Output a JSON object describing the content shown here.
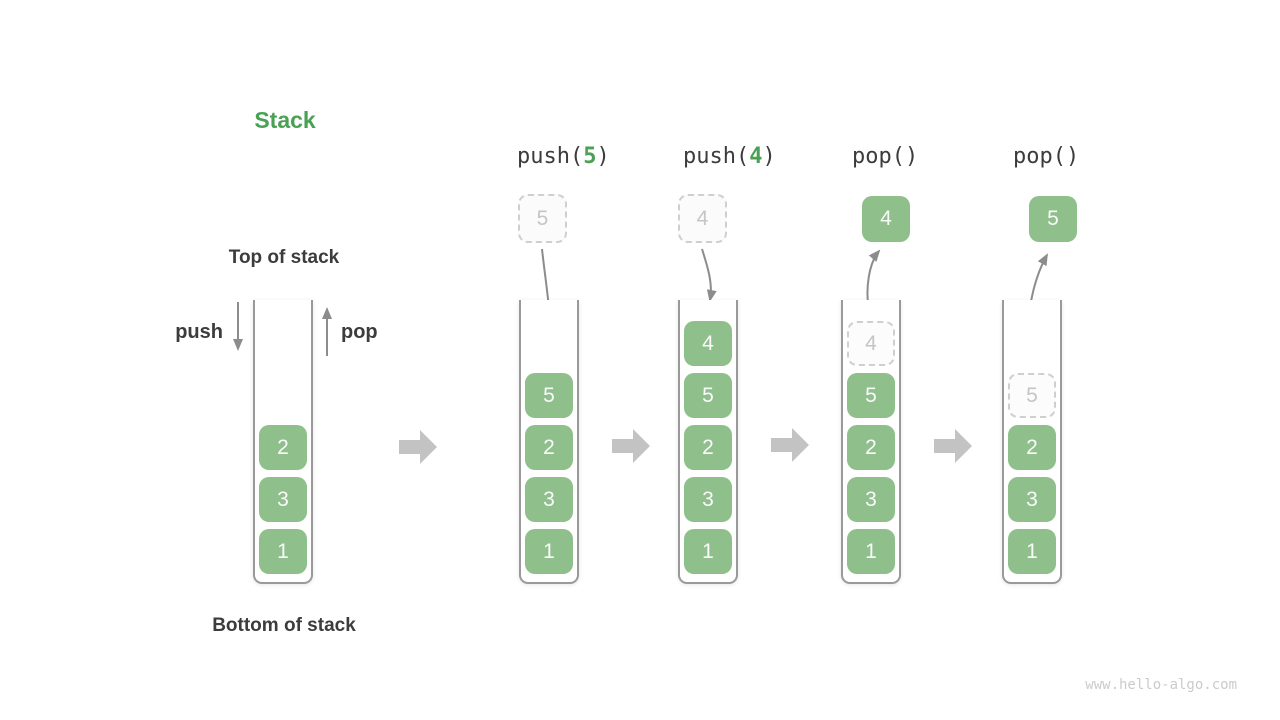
{
  "title": "Stack",
  "labels": {
    "top_of_stack": "Top of stack",
    "bottom_of_stack": "Bottom of stack",
    "push": "push",
    "pop": "pop"
  },
  "watermark": "www.hello-algo.com",
  "colors": {
    "accent_green": "#4AA154",
    "box_green": "#8FBF8B",
    "box_text": "#FAFAFA",
    "dark_text": "#3C3C3C",
    "arrow_gray": "#8C8C8C",
    "block_arrow_gray": "#C3C3C3",
    "container_border": "#9A9A9A",
    "ghost_border": "#CFCFCF",
    "ghost_text": "#C5C5C5",
    "watermark_gray": "#CBCBCB"
  },
  "columns": [
    {
      "id": "initial",
      "items": [
        {
          "v": "2"
        },
        {
          "v": "3"
        },
        {
          "v": "1"
        }
      ]
    },
    {
      "id": "push-5",
      "op": {
        "prefix": "push(",
        "arg": "5",
        "suffix": ")"
      },
      "floating": {
        "v": "5",
        "style": "dashed"
      },
      "items": [
        {
          "v": "5"
        },
        {
          "v": "2"
        },
        {
          "v": "3"
        },
        {
          "v": "1"
        }
      ]
    },
    {
      "id": "push-4",
      "op": {
        "prefix": "push(",
        "arg": "4",
        "suffix": ")"
      },
      "floating": {
        "v": "4",
        "style": "dashed"
      },
      "items": [
        {
          "v": "4"
        },
        {
          "v": "5"
        },
        {
          "v": "2"
        },
        {
          "v": "3"
        },
        {
          "v": "1"
        }
      ]
    },
    {
      "id": "pop-4",
      "op": {
        "prefix": "pop(",
        "arg": "",
        "suffix": ")"
      },
      "floating": {
        "v": "4",
        "style": "solid"
      },
      "items": [
        {
          "v": "4",
          "ghost": true
        },
        {
          "v": "5"
        },
        {
          "v": "2"
        },
        {
          "v": "3"
        },
        {
          "v": "1"
        }
      ]
    },
    {
      "id": "pop-5",
      "op": {
        "prefix": "pop(",
        "arg": "",
        "suffix": ")"
      },
      "floating": {
        "v": "5",
        "style": "solid"
      },
      "items": [
        {
          "v": "5",
          "ghost": true
        },
        {
          "v": "2"
        },
        {
          "v": "3"
        },
        {
          "v": "1"
        }
      ]
    }
  ]
}
